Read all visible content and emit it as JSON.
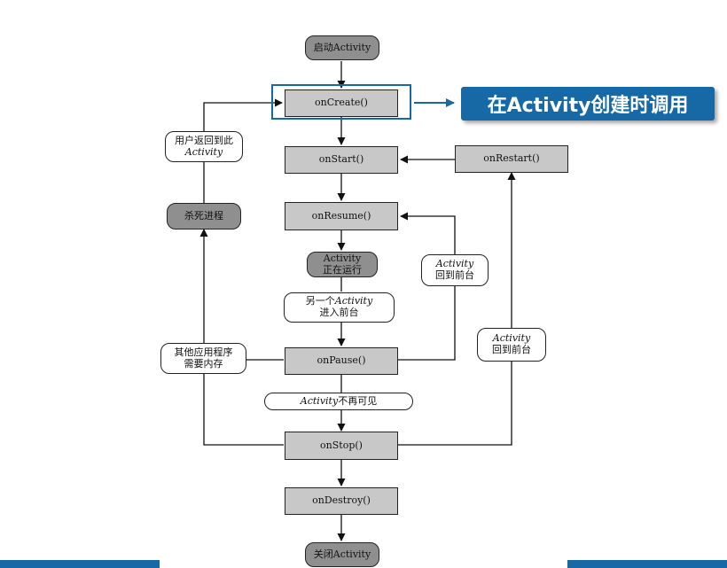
{
  "nodes": {
    "start": "启动Activity",
    "on_create": "onCreate()",
    "on_start": "onStart()",
    "on_restart": "onRestart()",
    "on_resume": "onResume()",
    "running_line1": "Activity",
    "running_line2": "正在运行",
    "another_line1_prefix": "另一个",
    "another_line1_italic": "Activity",
    "another_line2": "进入前台",
    "on_pause": "onPause()",
    "not_visible_italic": "Activity",
    "not_visible_suffix": "不再可见",
    "on_stop": "onStop()",
    "on_destroy": "onDestroy()",
    "shutdown": "关闭Activity",
    "kill_process": "杀死进程",
    "user_returns_line1": "用户返回到此",
    "user_returns_line2": "Activity",
    "other_apps_line1": "其他应用程序",
    "other_apps_line2": "需要内存",
    "fg_return_1_line1": "Activity",
    "fg_return_1_line2": "回到前台",
    "fg_return_2_line1": "Activity",
    "fg_return_2_line2": "回到前台"
  },
  "callout": {
    "text": "在Activity创建时调用",
    "color": "#1769a6"
  }
}
